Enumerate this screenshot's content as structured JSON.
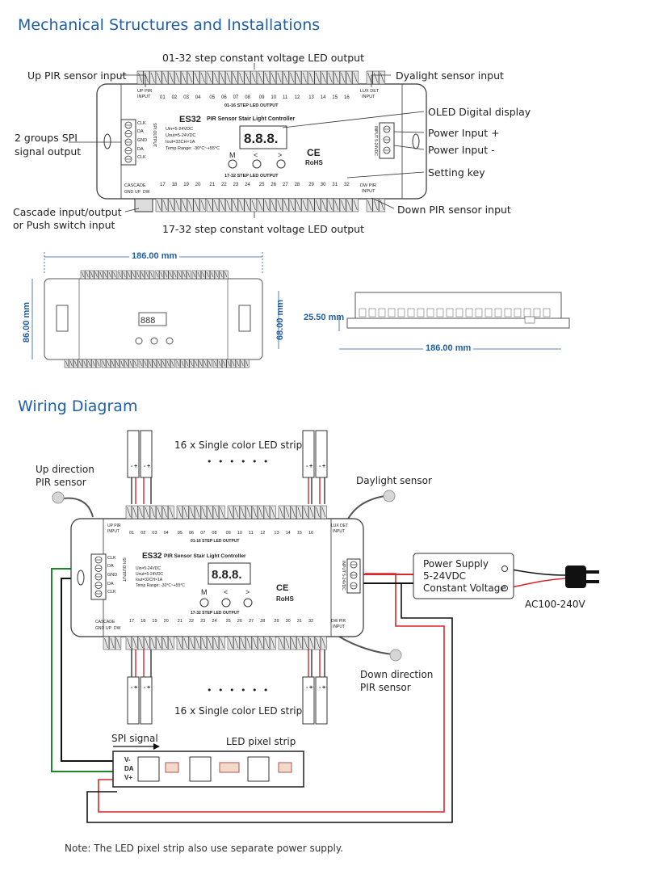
{
  "section1": {
    "title": "Mechanical Structures and Installations",
    "callouts": {
      "top_output": "01-32 step constant voltage LED output",
      "up_pir": "Up PIR sensor input",
      "daylight": "Dyalight sensor input",
      "oled": "OLED Digital display",
      "spi_line1": "2 groups SPI",
      "spi_line2": "signal output",
      "power_plus": "Power Input +",
      "power_minus": "Power Input -",
      "setting": "Setting key",
      "cascade_line1": "Cascade input/output",
      "cascade_line2": "or Push switch input",
      "down_pir": "Down PIR sensor input",
      "bottom_output": "17-32 step constant voltage LED output"
    },
    "device": {
      "model": "ES32",
      "name": "PIR Sensor Stair Light Controller",
      "specs": [
        "Uin=5-24VDC",
        "Uout=5-24VDC",
        "Iout=32CH×1A",
        "Temp Range: -30°C~+55°C"
      ],
      "buttons": [
        "M",
        "<",
        ">"
      ],
      "ce": "CE",
      "rohs": "RoHS",
      "top_output_label": "01-16 STEP LED OUTPUT",
      "bottom_output_label": "17-32 STEP LED OUTPUT",
      "up_pir_label": [
        "UP PIR",
        "INPUT"
      ],
      "lux_label": [
        "LUX DET",
        "INPUT"
      ],
      "dw_pir_label": [
        "DW PIR",
        "INPUT"
      ],
      "cascade_label": "CASCADE",
      "cascade_pins": [
        "GND",
        "UP",
        "DW"
      ],
      "spi_pins": [
        "CLK",
        "DA",
        "GND",
        "DA",
        "CLK"
      ],
      "spi_vertical": "SPI OUTPUT",
      "input_vertical": "INPUT 5-24VDC",
      "channels_top": [
        "01",
        "02",
        "03",
        "04",
        "05",
        "06",
        "07",
        "08",
        "09",
        "10",
        "11",
        "12",
        "13",
        "14",
        "15",
        "16"
      ],
      "channels_bottom": [
        "17",
        "18",
        "19",
        "20",
        "21",
        "22",
        "23",
        "24",
        "25",
        "26",
        "27",
        "28",
        "29",
        "30",
        "31",
        "32"
      ]
    },
    "dimensions": {
      "width": "186.00 mm",
      "height_outer": "86.00 mm",
      "height_inner": "68.00 mm",
      "depth": "25.50 mm",
      "side_width": "186.00 mm"
    }
  },
  "section2": {
    "title": "Wiring Diagram",
    "strip_top": "16 x Single color LED strip",
    "strip_bottom": "16 x Single color LED strip",
    "dots": "• • • • • •",
    "up_sensor": [
      "Up direction",
      "PIR sensor"
    ],
    "daylight_sensor": "Daylight sensor",
    "down_sensor": [
      "Down direction",
      "PIR sensor"
    ],
    "power_supply": [
      "Power Supply",
      "5-24VDC",
      "Constant Voltage"
    ],
    "ac": "AC100-240V",
    "spi_signal": "SPI signal",
    "pixel_strip": "LED pixel strip",
    "pixel_pins": [
      "V-",
      "DA",
      "V+"
    ],
    "strip_pins": [
      "-",
      "+"
    ],
    "colors": {
      "green": "#1a8a2a",
      "red": "#d8262a",
      "black": "#111111"
    }
  },
  "note": "Note: The LED pixel strip also use separate power supply."
}
